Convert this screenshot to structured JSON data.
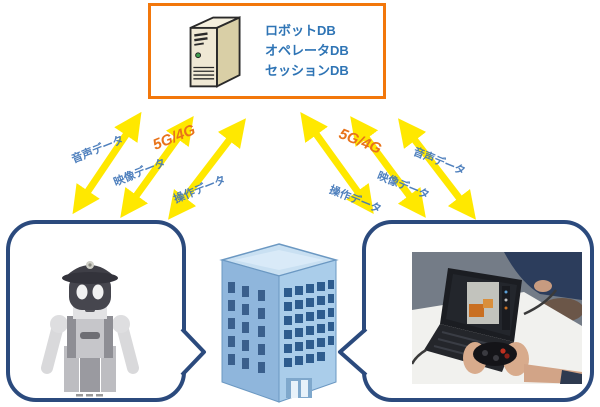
{
  "diagram": {
    "server_box": {
      "db_list": [
        "ロボットDB",
        "オペレータDB",
        "セッションDB"
      ],
      "icon": "server-icon"
    },
    "links": {
      "left": {
        "network": "5G/4G",
        "labels": [
          "音声データ",
          "映像データ",
          "操作データ"
        ]
      },
      "right": {
        "network": "5G/4G",
        "labels": [
          "音声データ",
          "映像データ",
          "操作データ"
        ]
      }
    },
    "nodes": {
      "left_bubble": "robot-illustration",
      "center": "building-illustration",
      "right_bubble": "operator-with-gamepad-photo"
    },
    "colors": {
      "box_border": "#F2770B",
      "db_text": "#2E74B5",
      "arrow_yellow": "#FFE800",
      "network_text_orange": "#E8731A",
      "link_text_blue": "#4176B8",
      "bubble_border_navy": "#2B4A7D",
      "building_blue": "#AACDEA"
    }
  }
}
